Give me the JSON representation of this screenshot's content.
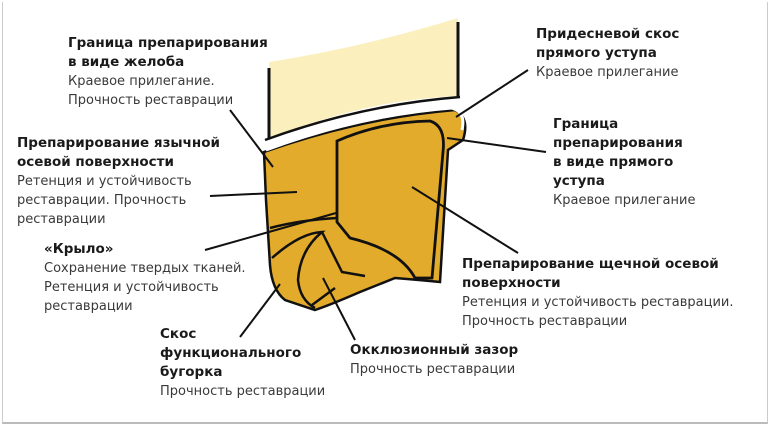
{
  "labels": {
    "groove_margin": {
      "title": [
        "Граница препарирования",
        "в виде желоба"
      ],
      "notes": [
        "Краевое прилегание.",
        "Прочность реставрации"
      ]
    },
    "lingual_axial": {
      "title": [
        "Препарирование язычной",
        "осевой поверхности"
      ],
      "notes": [
        "Ретенция и устойчивость",
        "реставрации. Прочность",
        "реставрации"
      ]
    },
    "wing": {
      "title": [
        "«Крыло»"
      ],
      "notes": [
        "Сохранение твердых тканей.",
        "Ретенция и устойчивость",
        "реставрации"
      ]
    },
    "functional_cusp_bevel": {
      "title": [
        "Скос",
        "функционального",
        "бугорка"
      ],
      "notes": [
        "Прочность реставрации"
      ]
    },
    "occlusal_clearance": {
      "title": [
        "Окклюзионный зазор"
      ],
      "notes": [
        "Прочность реставрации"
      ]
    },
    "gingival_bevel": {
      "title": [
        "Придесневой скос",
        "прямого уступа"
      ],
      "notes": [
        "Краевое прилегание"
      ]
    },
    "shoulder_margin": {
      "title": [
        "Граница",
        "препарирования",
        "в виде прямого",
        "уступа"
      ],
      "notes": [
        "Краевое прилегание"
      ]
    },
    "buccal_axial": {
      "title": [
        "Препарирование щечной осевой",
        "поверхности"
      ],
      "notes": [
        "Ретенция и устойчивость реставрации.",
        "Прочность реставрации"
      ]
    }
  },
  "colors": {
    "preparation": "#e2ab2c",
    "root": "#fbf0bd",
    "outline": "#111111"
  }
}
